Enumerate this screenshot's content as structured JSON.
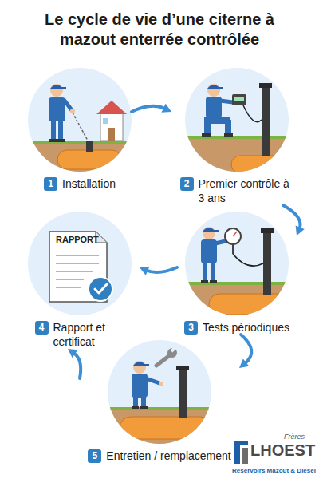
{
  "diagram": {
    "title": "Le cycle de vie d’une citerne à mazout enterrée contrôlée",
    "nodes": [
      {
        "text": [
          "1",
          "Installation"
        ]
      },
      {
        "text": [
          "2",
          "Premier contrôle à 3 ans"
        ]
      },
      {
        "text": [
          "3",
          "Tests périodiques"
        ]
      },
      {
        "text": [
          "4",
          "Rapport et certificat"
        ]
      },
      {
        "text": [
          "5",
          "Entretien / remplacement"
        ]
      }
    ],
    "edges": [
      {
        "from": 0,
        "to": 1,
        "arrow": "to"
      },
      {
        "from": 1,
        "to": 2,
        "arrow": "to"
      },
      {
        "from": 2,
        "to": 3,
        "arrow": "to"
      },
      {
        "from": 2,
        "to": 4,
        "arrow": "to"
      },
      {
        "from": 4,
        "to": 3,
        "arrow": "to"
      }
    ],
    "labels": [
      "RAPPORT",
      "Frères",
      "LHOEST",
      "Réservoirs Mazout & Diesel"
    ]
  }
}
